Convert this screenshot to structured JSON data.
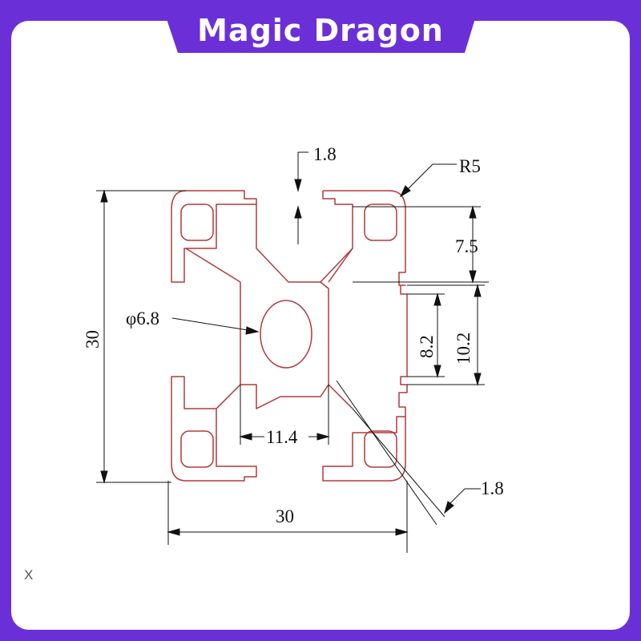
{
  "brand": {
    "title": "Magic Dragon",
    "bg_color": "#6b2fd8",
    "text_color": "#ffffff"
  },
  "drawing": {
    "profile_color": "#b23a3a",
    "line_color": "#111111",
    "dimensions": {
      "slot_opening": "1.8",
      "corner_radius": "R5",
      "slot_depth": "7.5",
      "center_hole": "φ6.8",
      "slot_inner": "8.2",
      "slot_outer": "10.2",
      "core_width": "11.4",
      "wall_thickness": "1.8",
      "height": "30",
      "width": "30"
    }
  },
  "footer": {
    "stray_mark": "X"
  }
}
